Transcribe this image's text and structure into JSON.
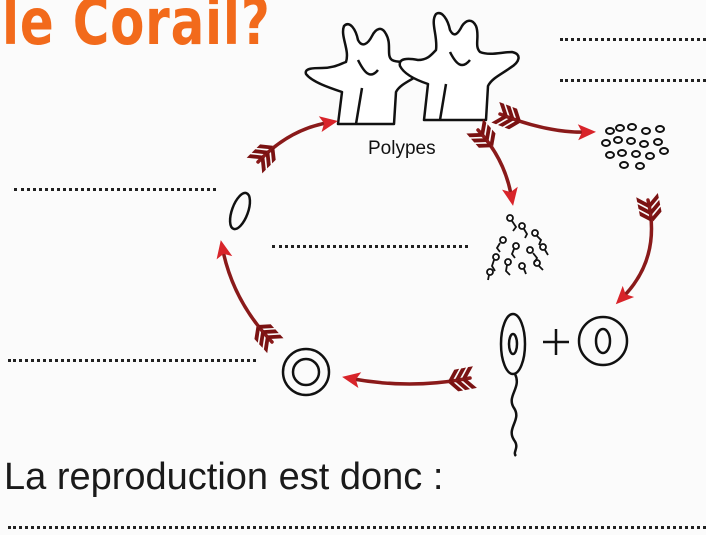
{
  "title": "le Corail?",
  "labels": {
    "polypes": "Polypes"
  },
  "conclusion": "La reproduction est donc :",
  "colors": {
    "title": "#f26a1b",
    "arrow_shaft": "#8a1a1a",
    "arrow_head": "#d8242a",
    "arrow_fletch": "#7a1212",
    "ink": "#111111"
  }
}
